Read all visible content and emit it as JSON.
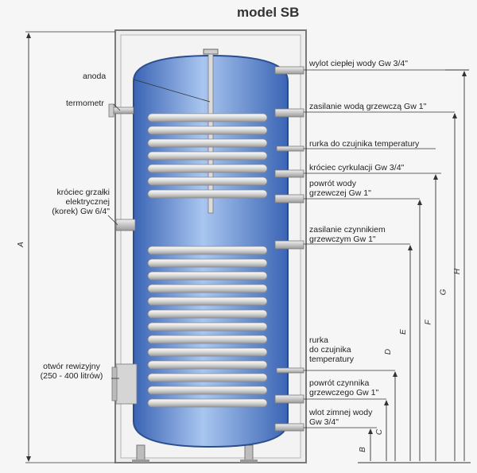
{
  "title": "model SB",
  "labels": {
    "anoda": "anoda",
    "termometr": "termometr",
    "heater_1": "króciec grzałki",
    "heater_2": "elektrycznej",
    "heater_3": "(korek) Gw 6/4\"",
    "inspection_1": "otwór rewizyjny",
    "inspection_2": "(250 - 400 litrów)",
    "hot_outlet": "wylot ciepłej wody Gw 3/4\"",
    "supply_upper": "zasilanie wodą grzewczą Gw 1\"",
    "sensor_upper": "rurka do czujnika temperatury",
    "circulation": "króciec cyrkulacji Gw 3/4\"",
    "return_upper_1": "powrót wody",
    "return_upper_2": "grzewczej Gw 1\"",
    "supply_lower_1": "zasilanie czynnikiem",
    "supply_lower_2": "grzewczym Gw 1\"",
    "sensor_lower_1": "rurka",
    "sensor_lower_2": "do czujnika",
    "sensor_lower_3": "temperatury",
    "return_lower_1": "powrót czynnika",
    "return_lower_2": "grzewczego Gw 1\"",
    "cold_inlet_1": "wlot zimnej wody",
    "cold_inlet_2": "Gw 3/4\""
  },
  "dimensions": {
    "A": "A",
    "B": "B",
    "C": "C",
    "D": "D",
    "E": "E",
    "F": "F",
    "G": "G",
    "H": "H"
  },
  "colors": {
    "tank_blue": "#4a78c8",
    "tank_light": "#9fc0ee",
    "coil": "#e6e6e6",
    "casing": "#8a8a8a",
    "insulation": "#ececec"
  }
}
